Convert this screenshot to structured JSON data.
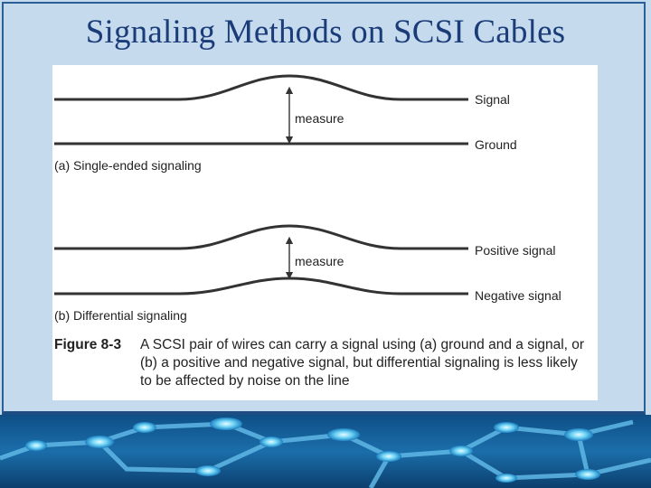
{
  "slide": {
    "title": "Signaling Methods on SCSI Cables"
  },
  "figure": {
    "single_ended": {
      "signal_label": "Signal",
      "ground_label": "Ground",
      "measure_label": "measure",
      "caption": "(a) Single-ended signaling"
    },
    "differential": {
      "positive_label": "Positive signal",
      "negative_label": "Negative signal",
      "measure_label": "measure",
      "caption": "(b) Differential signaling"
    },
    "figure_number": "Figure 8-3",
    "figure_caption_lines": [
      "A SCSI pair of wires can carry a signal using (a) ground and a signal, or",
      "(b) a positive and negative signal, but differential signaling is less likely",
      "to be affected by noise on the line"
    ]
  },
  "colors": {
    "background": "#c6daee",
    "title": "#1a3c78",
    "border": "#2b5f97",
    "wire": "#333333"
  }
}
